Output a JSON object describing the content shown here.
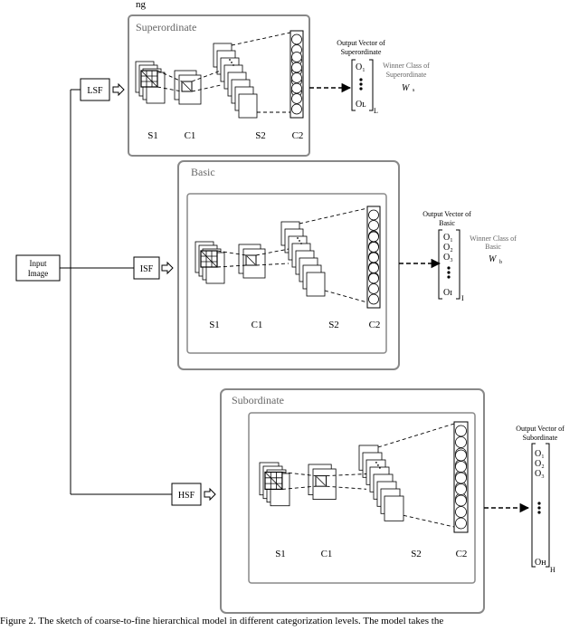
{
  "top_clip_text": "ng",
  "input": {
    "label_line1": "Input",
    "label_line2": "Image"
  },
  "filters": {
    "lsf": "LSF",
    "isf": "ISF",
    "hsf": "HSF"
  },
  "panels": {
    "superordinate": {
      "title": "Superordinate",
      "layers": [
        "S1",
        "C1",
        "S2",
        "C2"
      ],
      "output_title_line1": "Output Vector of",
      "output_title_line2": "Superordinate",
      "output_items": [
        "O₁",
        "Oʟ"
      ],
      "output_subscript": "L",
      "winner_line1": "Winner Class of",
      "winner_line2": "Superordinate",
      "winner_symbol": "W",
      "winner_subscript": "s"
    },
    "basic": {
      "title": "Basic",
      "layers": [
        "S1",
        "C1",
        "S2",
        "C2"
      ],
      "output_title_line1": "Output Vector of",
      "output_title_line2": "Basic",
      "output_items": [
        "O₁",
        "O₂",
        "O₃",
        "Oɪ"
      ],
      "output_subscript": "I",
      "winner_line1": "Winner Class of",
      "winner_line2": "Basic",
      "winner_symbol": "W",
      "winner_subscript": "b"
    },
    "subordinate": {
      "title": "Subordinate",
      "layers": [
        "S1",
        "C1",
        "S2",
        "C2"
      ],
      "output_title_line1": "Output Vector of",
      "output_title_line2": "Subordinate",
      "output_items": [
        "O₁",
        "O₂",
        "O₃",
        "Oʜ"
      ],
      "output_subscript": "H"
    }
  },
  "caption": "Figure 2. The sketch of coarse-to-fine hierarchical model in different categorization levels. The model takes the"
}
